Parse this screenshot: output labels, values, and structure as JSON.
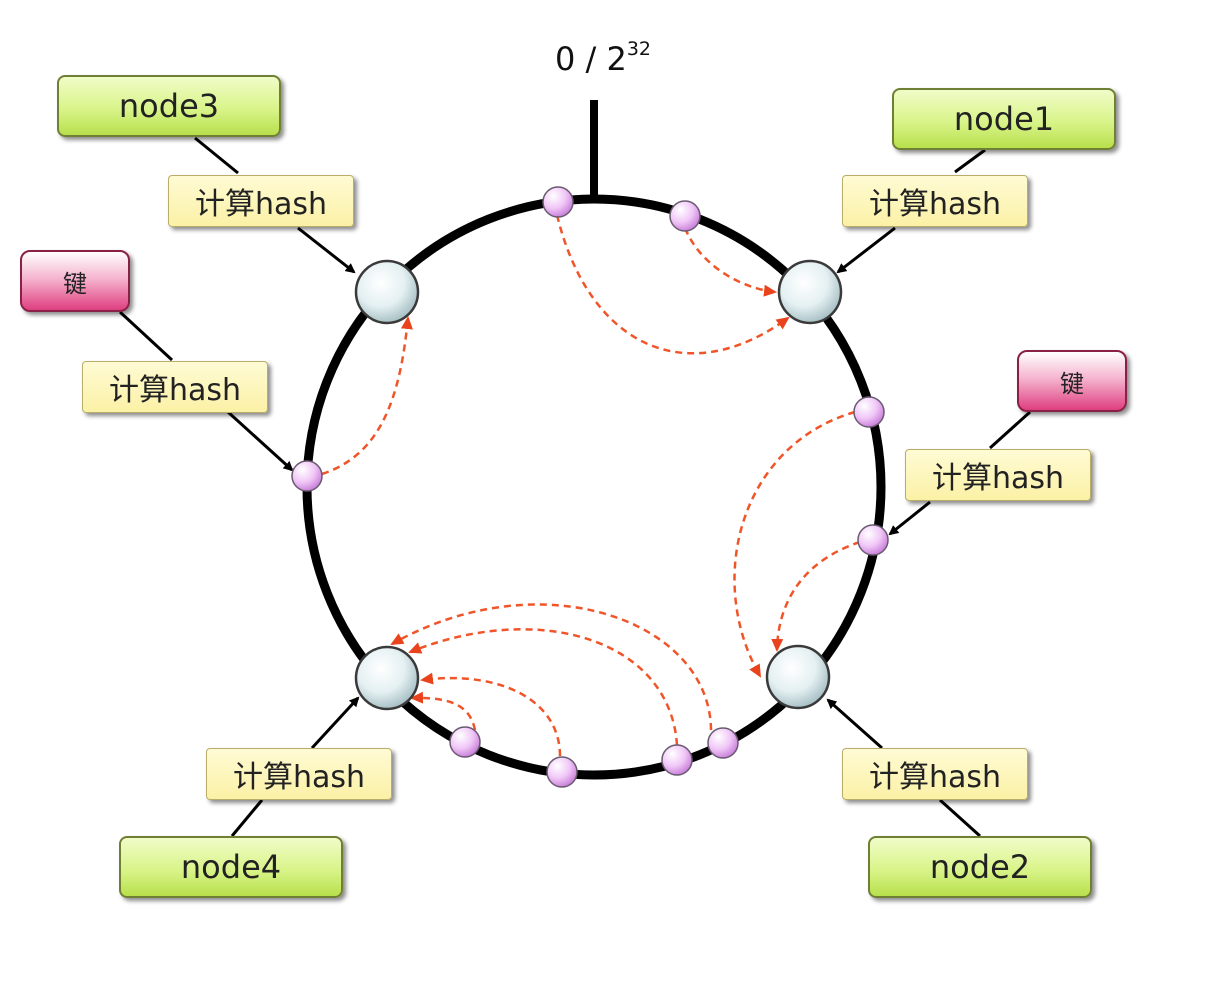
{
  "ring": {
    "label_base": "0 / 2",
    "label_exp": "32"
  },
  "nodes": {
    "node1": "node1",
    "node2": "node2",
    "node3": "node3",
    "node4": "node4"
  },
  "hash_label": "计算hash",
  "key_label": "键",
  "colors": {
    "ring": "#000000",
    "node_fill": "#e2eef0",
    "key_point_fill": "#e9b6f2",
    "arrow_dashed": "#f0552a",
    "node_box": "#d9f48a",
    "hash_box": "#fbf1a6",
    "key_box": "#de3f80"
  }
}
